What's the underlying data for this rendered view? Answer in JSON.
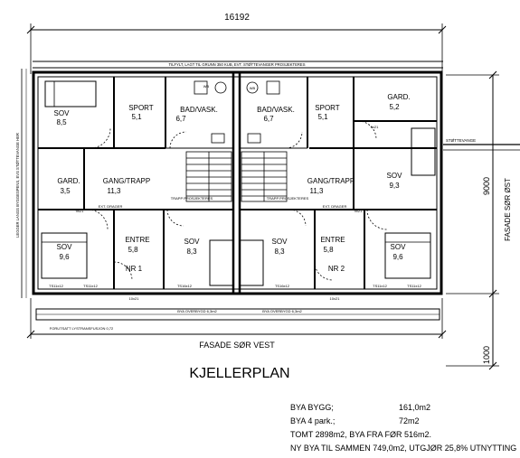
{
  "overall_dimension": "16192",
  "right_dimension_upper": "9000",
  "right_dimension_lower": "1000",
  "top_note": "TILFYLT, LAGT TIL GRUNN 350 KUB, EVT. STØTTEVANGER PROSJEKTERES",
  "left_vertical_note": "LEGGER LANGS BYGGESPENS, EVS STØTTEVANGE HER",
  "right_label_facade": "FASADE SØR ØST",
  "right_label_support": "STØTTEVANGE",
  "bottom_label_facade": "FASADE SØR VEST",
  "foundation_note": "FORUTSATT LYSTRANSFUSJON 0,72",
  "bya_over_left": "BYA OVERBYGD 6,3m2",
  "bya_over_right": "BYA OVERBYGD 6,3m2",
  "stair_label": "TRAPP PROSJEKTERES",
  "drawing_title": "KJELLERPLAN",
  "rooms": {
    "sov_tl": {
      "name": "SOV",
      "area": "8,5"
    },
    "sport_l": {
      "name": "SPORT",
      "area": "5,1"
    },
    "bad_l": {
      "name": "BAD/VASK.",
      "area": "6,7"
    },
    "bad_r": {
      "name": "BAD/VASK.",
      "area": "6,7"
    },
    "sport_r": {
      "name": "SPORT",
      "area": "5,1"
    },
    "gard_tr": {
      "name": "GARD.",
      "area": "5,2"
    },
    "gard_l": {
      "name": "GARD.",
      "area": "3,5"
    },
    "gang_l": {
      "name": "GANG/TRAPP",
      "area": "11,3"
    },
    "gang_r": {
      "name": "GANG/TRAPP",
      "area": "11,3"
    },
    "sov_r": {
      "name": "SOV",
      "area": "9,3"
    },
    "sov_bl": {
      "name": "SOV",
      "area": "9,6"
    },
    "entre_l": {
      "name": "ENTRE",
      "area": "5,8"
    },
    "sov_cl": {
      "name": "SOV",
      "area": "8,3"
    },
    "sov_cr": {
      "name": "SOV",
      "area": "8,3"
    },
    "entre_r": {
      "name": "ENTRE",
      "area": "5,8"
    },
    "sov_br": {
      "name": "SOV",
      "area": "9,6"
    }
  },
  "unit_labels": {
    "left": "NR 1",
    "right": "NR 2"
  },
  "small_labels": {
    "door_9x21": "9x21",
    "door_10x21": "10x21",
    "window_ts": "TS11x12",
    "window_ts16": "TS16x12",
    "beam": "EXT. DRAGER",
    "wc": "WB"
  },
  "stats": [
    {
      "label": "BYA BYGG;",
      "value": "161,0m2"
    },
    {
      "label": "BYA 4 park.;",
      "value": "72m2"
    }
  ],
  "stats_lines": [
    "TOMT 2898m2, BYA FRA FØR 516m2.",
    "NY BYA TIL SAMMEN 749,0m2, UTGJØR 25,8% UTNYTTING"
  ]
}
